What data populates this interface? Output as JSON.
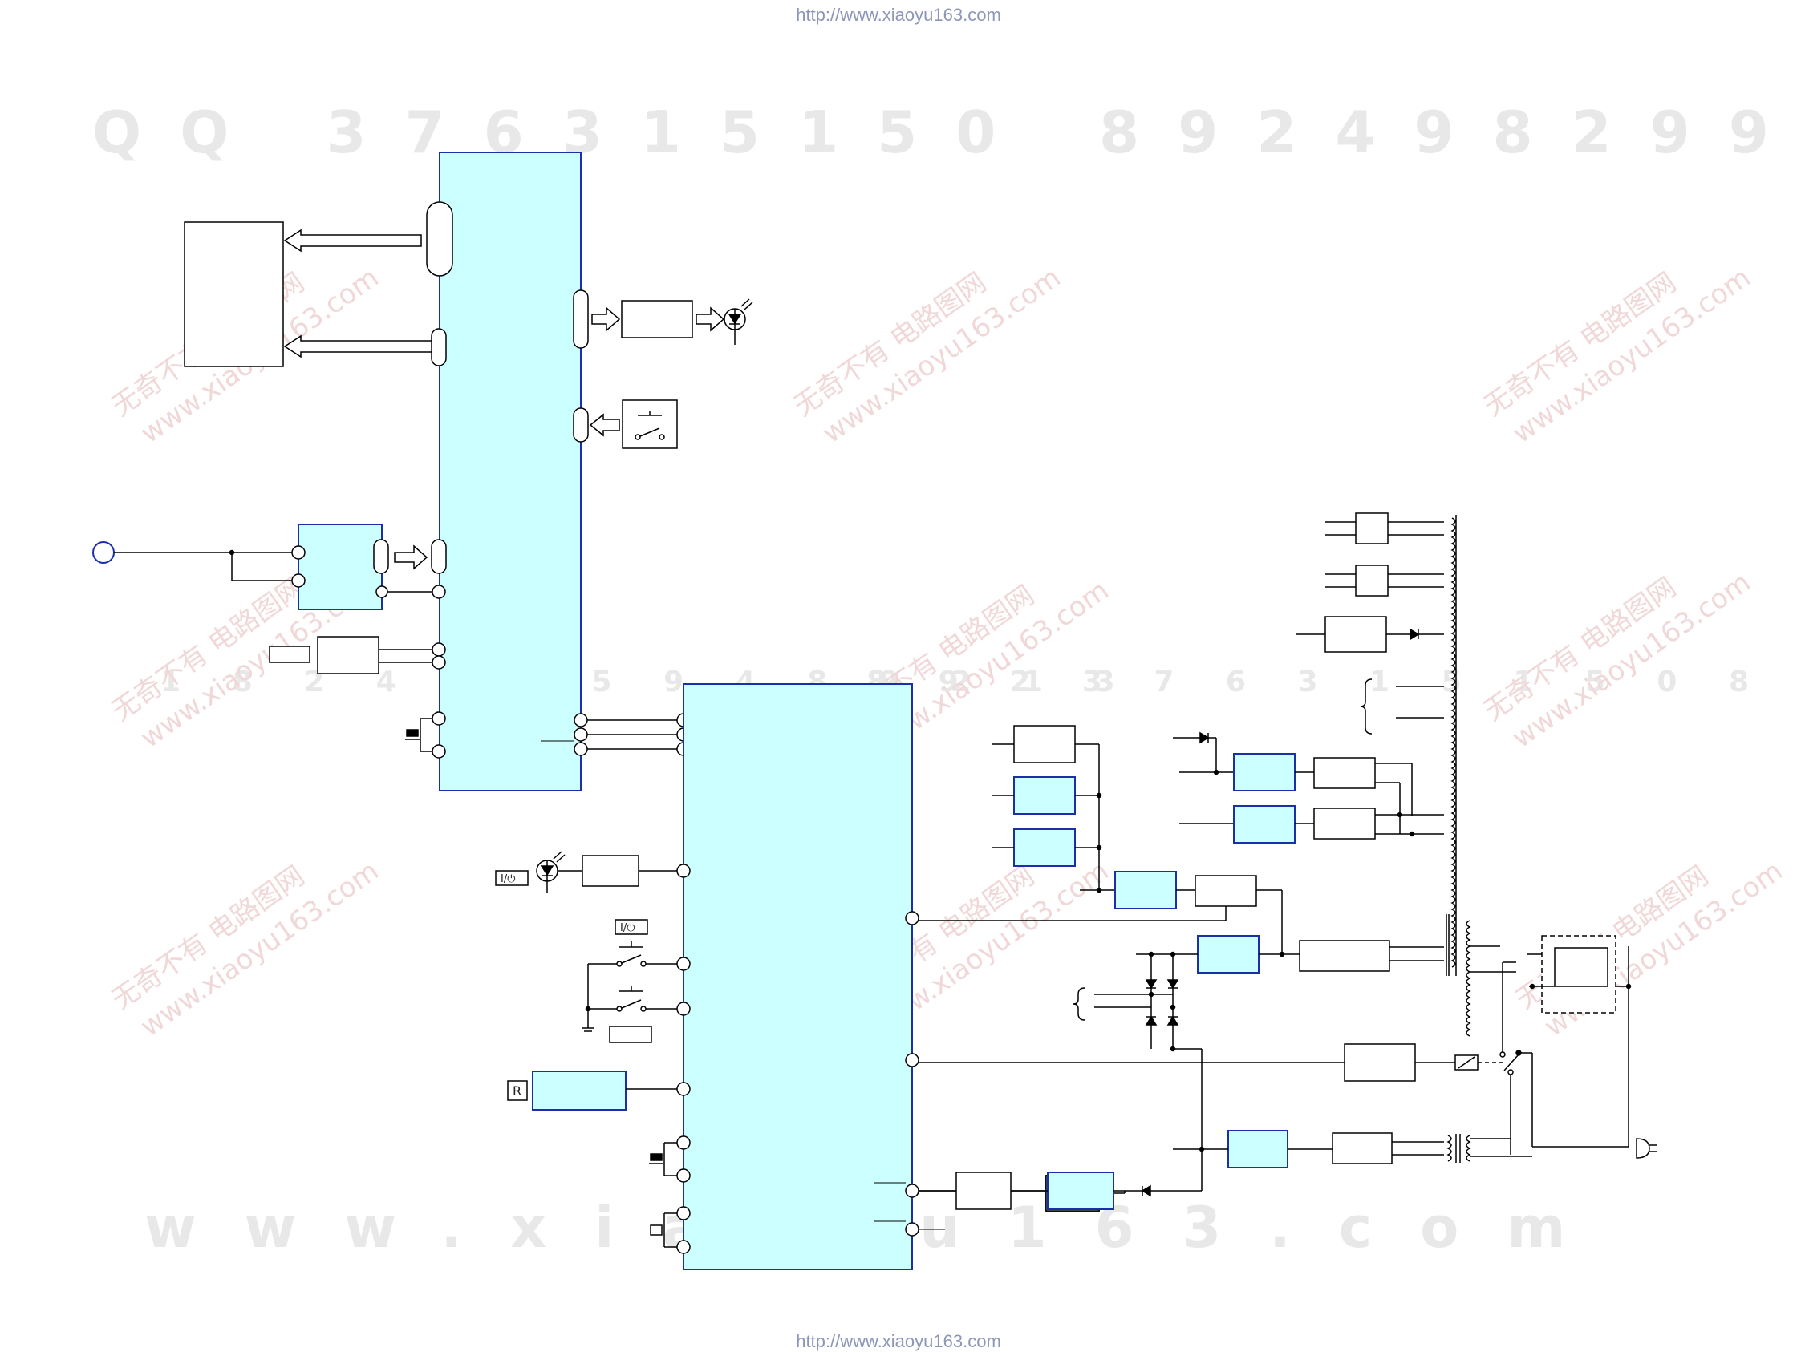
{
  "header_url": "http://www.xiaoyu163.com",
  "footer_url": "http://www.xiaoyu163.com",
  "watermarks": {
    "qq_label": "QQ 376315150",
    "qq_number": "892498299",
    "mid_row_left": "1 8 2 4 7 3 5 9 4 8 9 2 1 3",
    "mid_row_right": "8 9 2 3 7 6 3 1 5 1 5 0   8 9 2 4 9 8 2 9",
    "site": "www.xiaoyu163.com",
    "diagonal_cn": "无奇不有 电路图网",
    "diagonal_site": "www.xiaoyu163.com"
  },
  "symbols": {
    "power_button_label": "I/⏻",
    "remote_label": "R"
  },
  "colors": {
    "ic_fill": "#ccffff",
    "ic_stroke": "#1a2fa8",
    "line": "#000000",
    "watermark": "#e8e8e8"
  }
}
